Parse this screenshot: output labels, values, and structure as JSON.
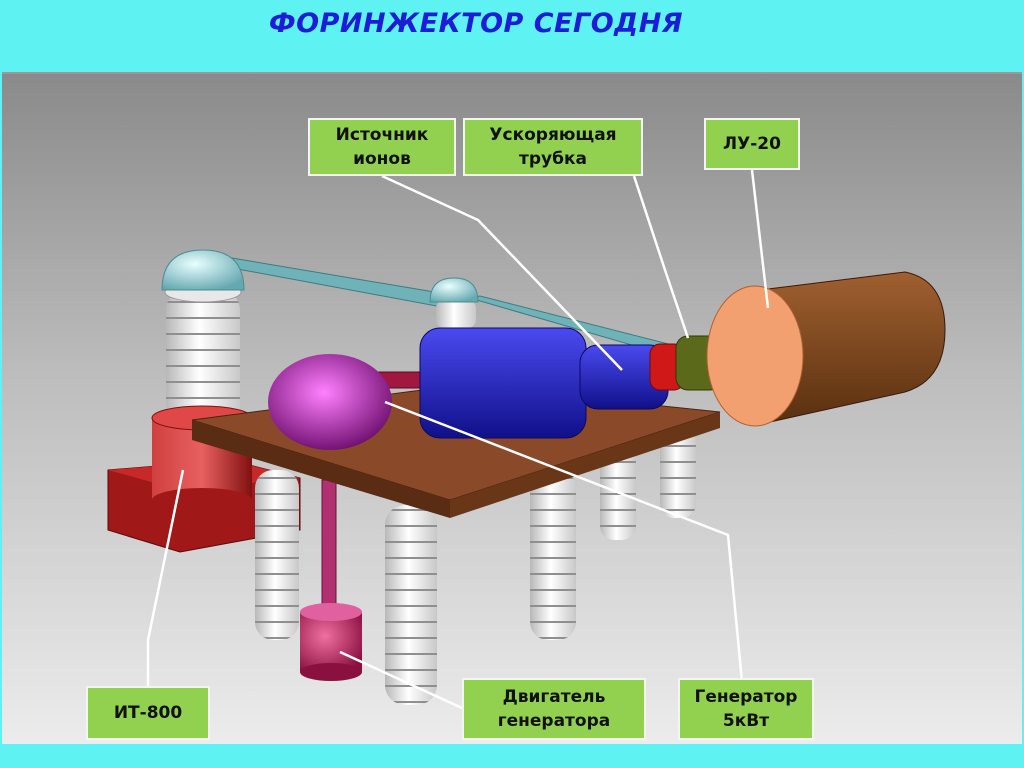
{
  "title": "ФОРИНЖЕКТОР СЕГОДНЯ",
  "labels": {
    "ion_source": "Источник\nионов",
    "accel_tube": "Ускоряющая\nтрубка",
    "lu20": "ЛУ-20",
    "it800": "ИТ-800",
    "motor": "Двигатель\nгенератора",
    "generator": "Генератор\n5кВт"
  },
  "colors": {
    "background": "#5ff2f2",
    "title": "#1d1dd8",
    "label_fill": "#92d050",
    "platform": "#8a4a2a",
    "source_block": "#1a1ab0",
    "sphere": "#a020a0",
    "linac": "#f3a070",
    "base": "#b01c1c"
  }
}
